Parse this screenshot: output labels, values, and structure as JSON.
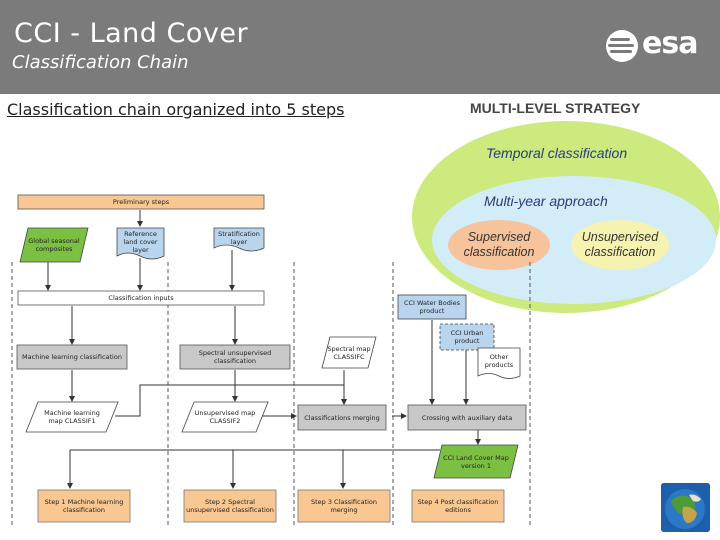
{
  "header": {
    "title": "CCI - Land Cover",
    "subtitle": "Classification Chain",
    "logo_text": "esa"
  },
  "headline": "Classification chain organized into 5 steps",
  "strategy": {
    "title": "MULTI-LEVEL STRATEGY",
    "temporal": "Temporal classification",
    "multi_year": "Multi-year approach",
    "supervised": "Supervised classification",
    "unsupervised": "Unsupervised classification"
  },
  "flow": {
    "preliminary": "Preliminary steps",
    "global_composites": "Global seasonal composites",
    "reference_layer": "Reference land cover layer",
    "stratification_layer": "Stratification layer",
    "classification_inputs": "Classification inputs",
    "water_bodies": "CCI Water Bodies product",
    "urban_product": "CCI Urban product",
    "other_products": "Other products",
    "spectral_map": "Spectral map CLASSIFC",
    "ml_classification": "Machine learning classification",
    "spectral_unsupervised": "Spectral unsupervised classification",
    "ml_map": "Machine learning map CLASSIF1",
    "unsupervised_map": "Unsupervised map CLASSIF2",
    "merging": "Classifications merging",
    "crossing": "Crossing with auxiliary data",
    "lc_map": "CCI Land Cover Map version 1",
    "step1": "Step 1 Machine learning classification",
    "step2": "Step 2 Spectral unsupervised classification",
    "step3": "Step 3 Classification merging",
    "step4": "Step 4 Post classification editions"
  },
  "colors": {
    "header_bg": "#7b7b7b",
    "outer_ellipse": "#ccea7e",
    "inner_ellipse": "#d2ecf8",
    "supervised": "#f7c39b",
    "unsupervised": "#f6f3b0",
    "step_box": "#f8c792",
    "green_box": "#7bc043",
    "blue_box": "#b9d5ee",
    "gray_box": "#c8c8c8"
  }
}
